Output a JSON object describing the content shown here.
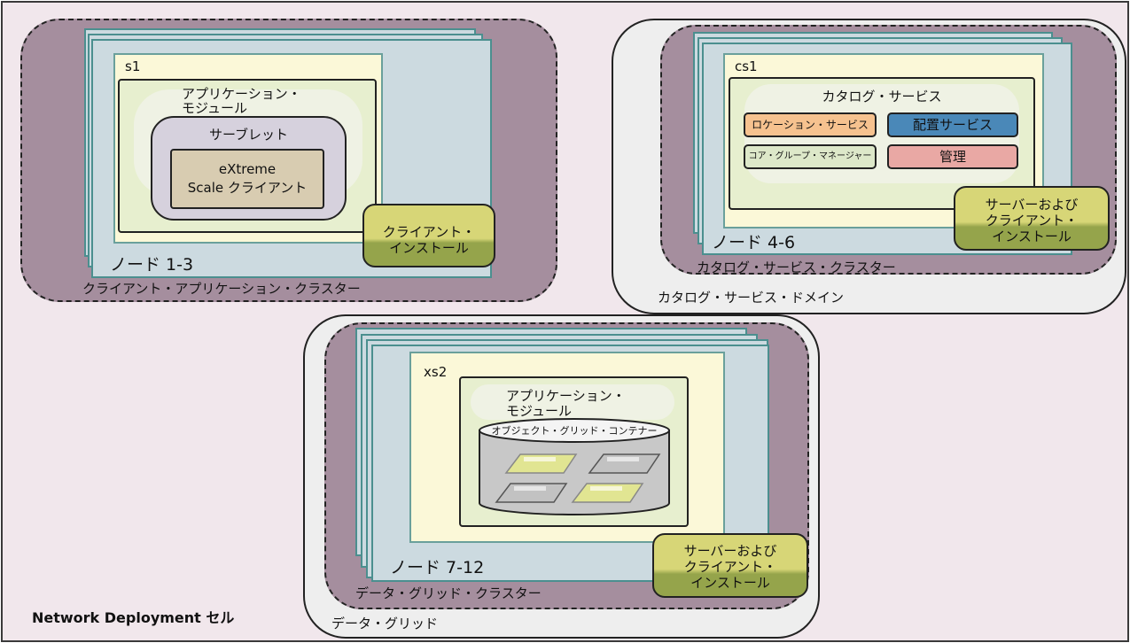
{
  "cell_label": "Network Deployment セル",
  "client_cluster": {
    "server_label": "s1",
    "module_label_line1": "アプリケーション・",
    "module_label_line2": "モジュール",
    "servlet_label": "サーブレット",
    "client_line1": "eXtreme",
    "client_line2": "Scale クライアント",
    "install_line1": "クライアント・",
    "install_line2": "インストール",
    "node_label": "ノード 1-3",
    "cluster_label": "クライアント・アプリケーション・クラスター"
  },
  "catalog": {
    "server_label": "cs1",
    "service_title": "カタログ・サービス",
    "location_service": "ロケーション・サービス",
    "placement_service": "配置サービス",
    "core_group_manager": "コア・グループ・マネージャー",
    "admin": "管理",
    "install_line1": "サーバーおよび",
    "install_line2": "クライアント・",
    "install_line3": "インストール",
    "node_label": "ノード 4-6",
    "cluster_label": "カタログ・サービス・クラスター",
    "domain_label": "カタログ・サービス・ドメイン"
  },
  "data_grid": {
    "server_label": "xs2",
    "module_label_line1": "アプリケーション・",
    "module_label_line2": "モジュール",
    "container_label": "オブジェクト・グリッド・コンテナー",
    "install_line1": "サーバーおよび",
    "install_line2": "クライアント・",
    "install_line3": "インストール",
    "node_label": "ノード 7-12",
    "cluster_label": "データ・グリッド・クラスター",
    "domain_label": "データ・グリッド"
  },
  "colors": {
    "cell_bg": "#f1e7ec",
    "cluster": "#a58e9e",
    "node": "#ccdae0",
    "server": "#fbf8d8",
    "location_service": "#f6c28f",
    "placement_service": "#4a88b8",
    "core_group_manager": "#dde8c9",
    "admin": "#e9a8a4",
    "install": "#d7d677"
  }
}
